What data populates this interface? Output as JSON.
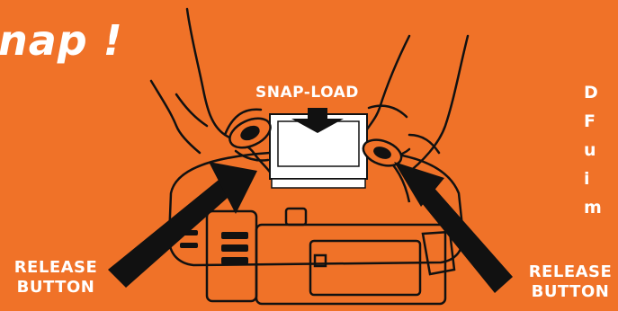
{
  "title": "nap !",
  "labels": {
    "snap_load": "SNAP-LOAD",
    "release_left_line1": "RELEASE",
    "release_left_line2": "BUTTON",
    "release_right_line1": "RELEASE",
    "release_right_line2": "BUTTON"
  },
  "side_text_lines": [
    "D",
    "F",
    "u",
    "i",
    "m"
  ],
  "colors": {
    "background": "#f07228",
    "text": "#ffffff",
    "ink": "#111111",
    "cartridge": "#ffffff"
  }
}
